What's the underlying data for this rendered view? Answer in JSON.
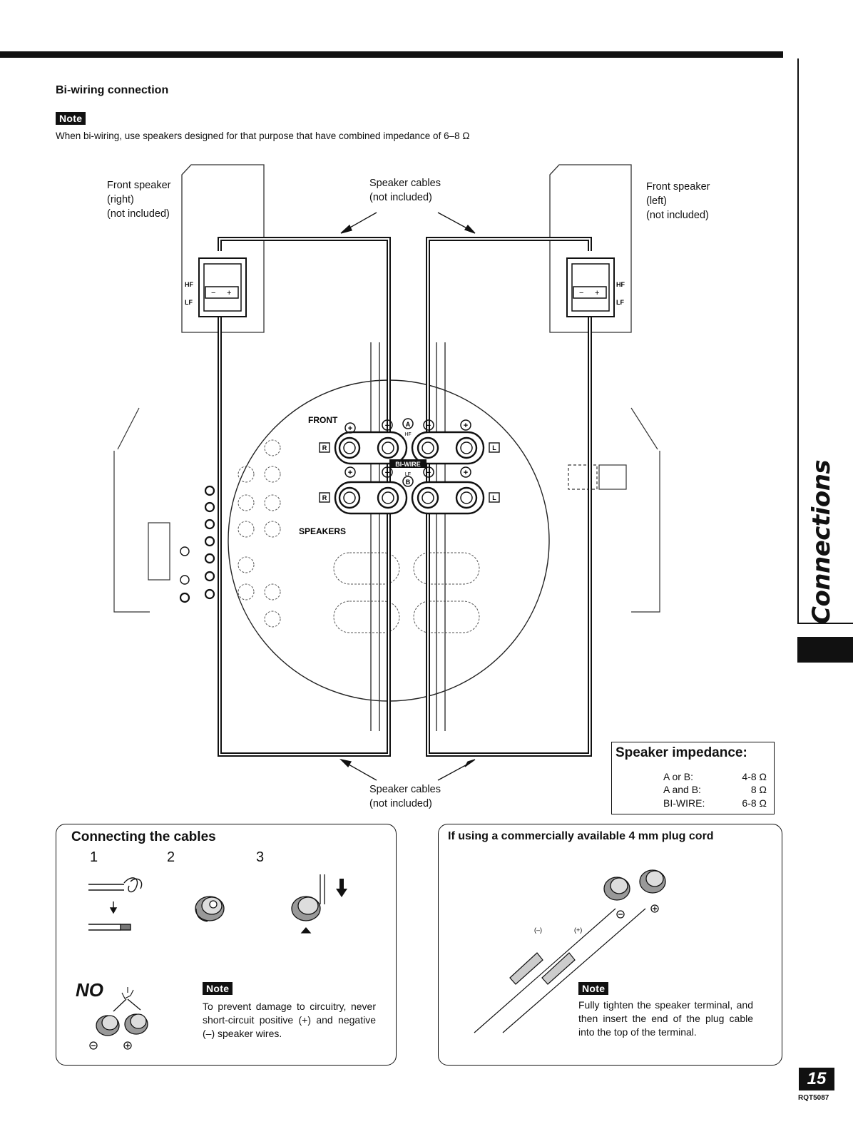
{
  "section_heading": "Bi-wiring connection",
  "note_label": "Note",
  "note_text": "When bi-wiring, use speakers designed for that purpose that have combined impedance of 6–8 Ω",
  "side_tab_label": "Connections",
  "diagram": {
    "front_speaker_right": "Front speaker\n(right)\n(not included)",
    "front_speaker_left": "Front speaker\n(left)\n(not included)",
    "speaker_cables_top": "Speaker cables\n(not included)",
    "speaker_cables_bottom": "Speaker cables\n(not included)",
    "front_label": "FRONT",
    "speakers_label": "SPEAKERS",
    "biwire_label": "BI-WIRE",
    "hf_label": "HF",
    "lf_label": "LF",
    "a_label": "A",
    "b_label": "B",
    "r_label": "R",
    "l_label": "L",
    "plus_sign": "+",
    "minus_sign": "−"
  },
  "impedance": {
    "title": "Speaker impedance:",
    "rows": [
      {
        "label": "A or B:",
        "value": "4-8 Ω"
      },
      {
        "label": "A and B:",
        "value": "8 Ω"
      },
      {
        "label": "BI-WIRE:",
        "value": "6-8 Ω"
      }
    ]
  },
  "connecting": {
    "title": "Connecting the cables",
    "steps": [
      "1",
      "2",
      "3"
    ],
    "no_label": "NO",
    "note_label": "Note",
    "note_text": "To prevent damage to circuitry, never short-circuit positive (+) and negative (–) speaker wires."
  },
  "plug_cord": {
    "title": "If using a commercially available 4 mm plug cord",
    "minus_label": "(–)",
    "plus_label": "(+)",
    "note_label": "Note",
    "note_text": "Fully tighten the speaker terminal, and then insert the end of the plug cable into the top of the terminal."
  },
  "page_number": "15",
  "page_code": "RQT5087"
}
